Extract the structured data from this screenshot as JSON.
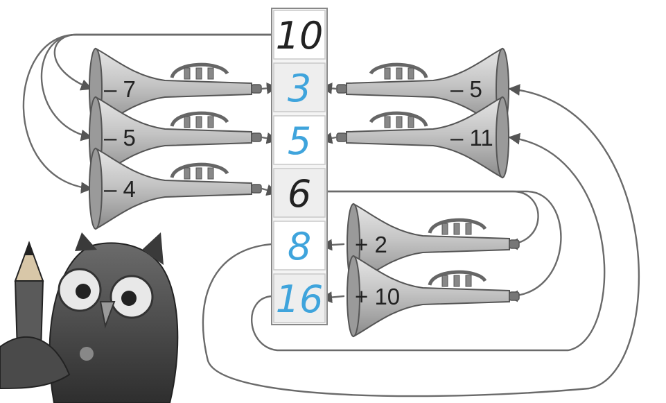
{
  "column": {
    "cells": [
      {
        "value": "10",
        "kind": "given"
      },
      {
        "value": "3",
        "kind": "answer"
      },
      {
        "value": "5",
        "kind": "answer"
      },
      {
        "value": "6",
        "kind": "given"
      },
      {
        "value": "8",
        "kind": "answer"
      },
      {
        "value": "16",
        "kind": "answer"
      }
    ]
  },
  "trumpets": {
    "left": [
      {
        "label": "– 7",
        "target_cell": 1
      },
      {
        "label": "– 5",
        "target_cell": 2
      },
      {
        "label": "– 4",
        "target_cell": 3
      }
    ],
    "right": [
      {
        "label": "– 5",
        "target_cell": 1
      },
      {
        "label": "– 11",
        "target_cell": 2
      },
      {
        "label": "+ 2",
        "target_cell": 4
      },
      {
        "label": "+ 10",
        "target_cell": 5
      }
    ]
  },
  "colors": {
    "given_number": "#222222",
    "answer_number": "#3fa4dc",
    "trumpet": "#b8b8b8",
    "connector": "#6a6a6a"
  },
  "decorations": [
    "owl-mascot",
    "pencil-icon"
  ]
}
